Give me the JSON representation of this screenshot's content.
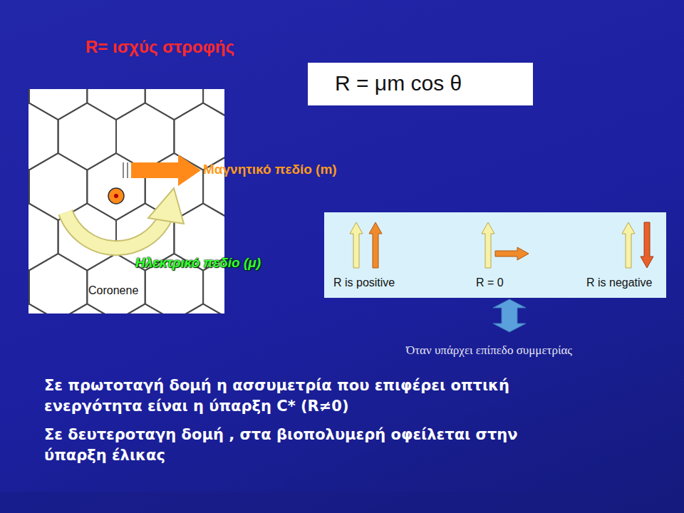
{
  "diagram": {
    "title": "R= ισχύς στροφής",
    "nodes": [
      {
        "text": [
          "R = μm cos θ"
        ]
      },
      {
        "text": [
          "Coronene"
        ]
      },
      {
        "text": [
          "R is positive",
          "R = 0",
          "R is negative"
        ]
      }
    ],
    "labels": [
      "Μαγνητικό πεδίο (m)",
      "Ηλεκτρικό πεδίο (μ)",
      "Όταν υπάρχει επίπεδο συμμετρίας",
      "Σε πρωτοταγή δομή η ασσυμετρία που επιφέρει οπτική ενεργότητα είναι η ύπαρξη C* (R≠0)",
      "Σε δευτεροταγη δομή , στα βιοπολυμερή οφείλεται στην ύπαρξη έλικας"
    ]
  }
}
